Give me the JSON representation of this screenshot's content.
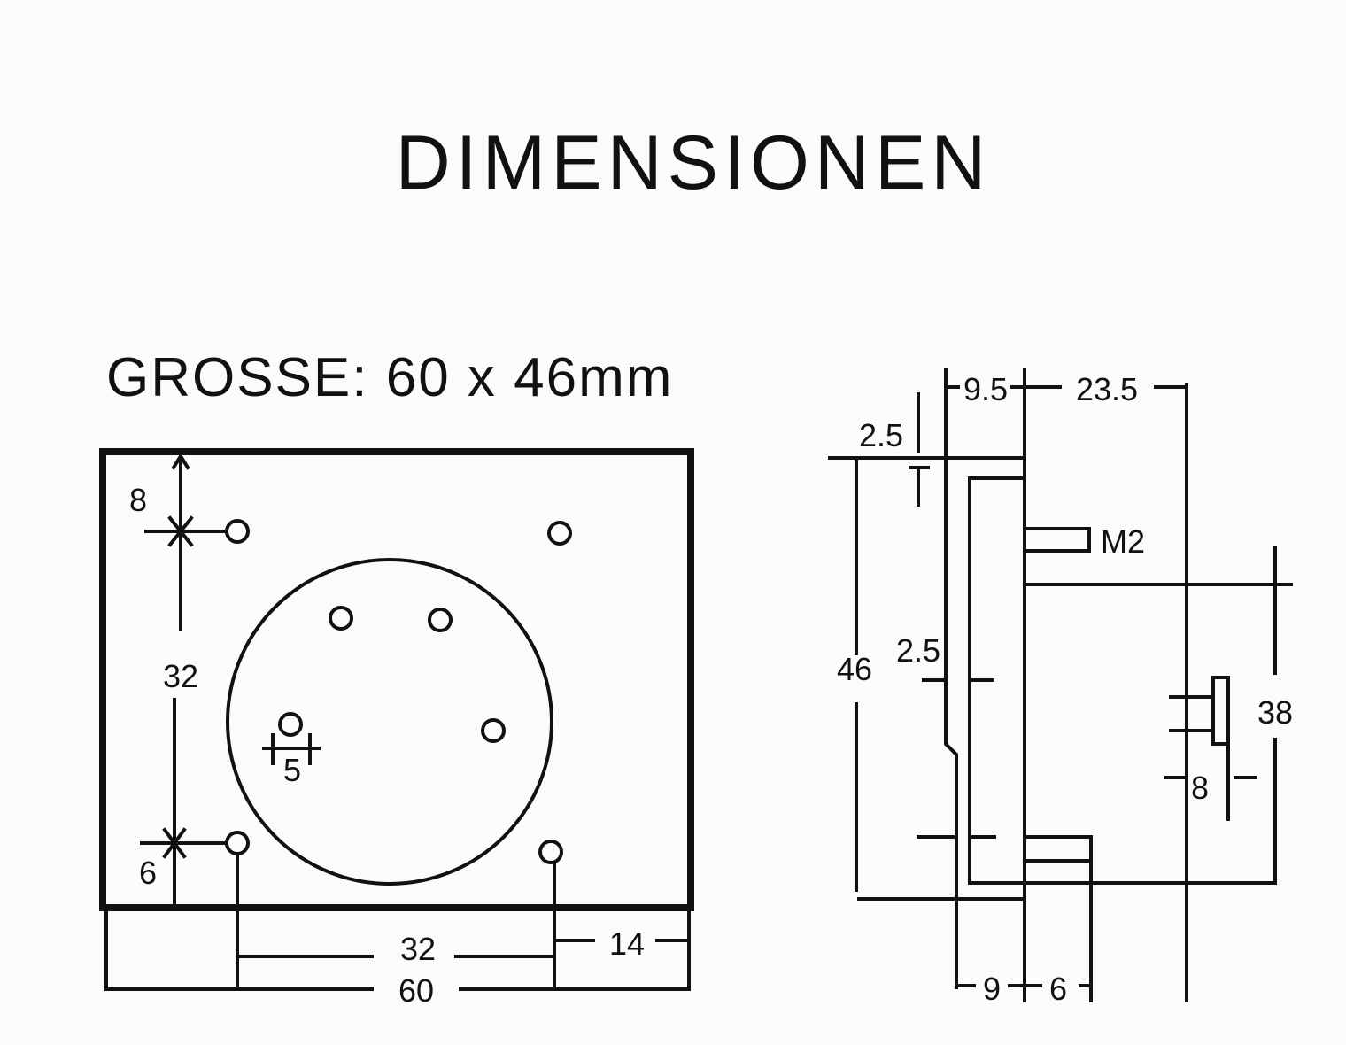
{
  "title": "DIMENSIONEN",
  "size_label": "GROSSE: 60 x 46mm",
  "front_view": {
    "dim_top_offset": "8",
    "dim_hole_spacing_vertical": "32",
    "dim_bottom_offset": "6",
    "dim_hole_diameter": "5",
    "dim_hole_spacing_horizontal": "32",
    "dim_right_offset": "14",
    "dim_total_width": "60"
  },
  "side_view": {
    "dim_top_9_5": "9.5",
    "dim_top_23_5": "23.5",
    "dim_flange_2_5": "2.5",
    "dim_height_46": "46",
    "dim_step_2_5": "2.5",
    "thread_label": "M2",
    "dim_body_38": "38",
    "dim_pin_8": "8",
    "dim_bottom_9": "9",
    "dim_bottom_6": "6"
  }
}
